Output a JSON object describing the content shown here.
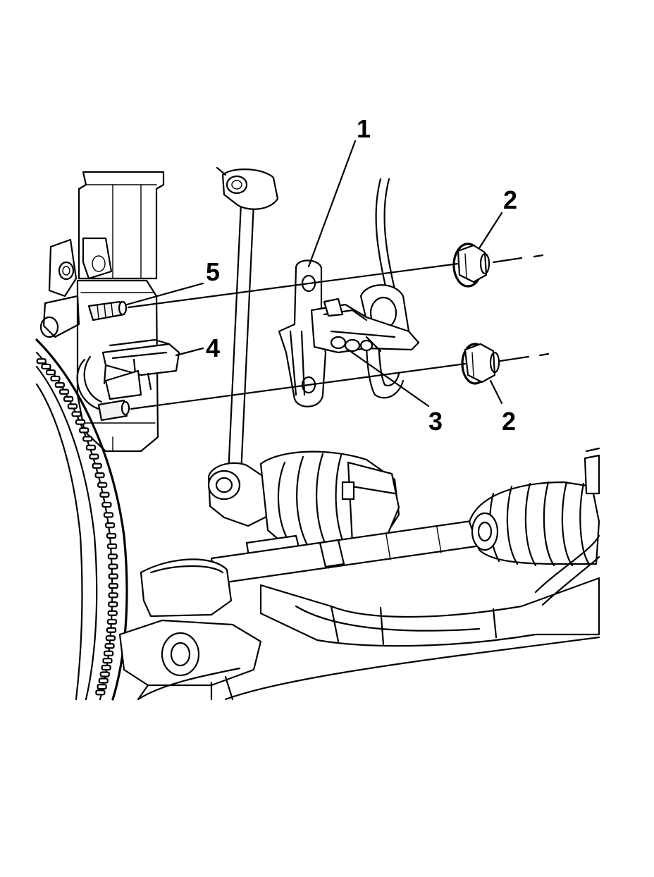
{
  "diagram": {
    "callouts": {
      "c1": "1",
      "c2_upper": "2",
      "c2_lower": "2",
      "c3": "3",
      "c4": "4",
      "c5": "5"
    }
  },
  "colors": {
    "line": "#000000",
    "background": "#ffffff"
  }
}
